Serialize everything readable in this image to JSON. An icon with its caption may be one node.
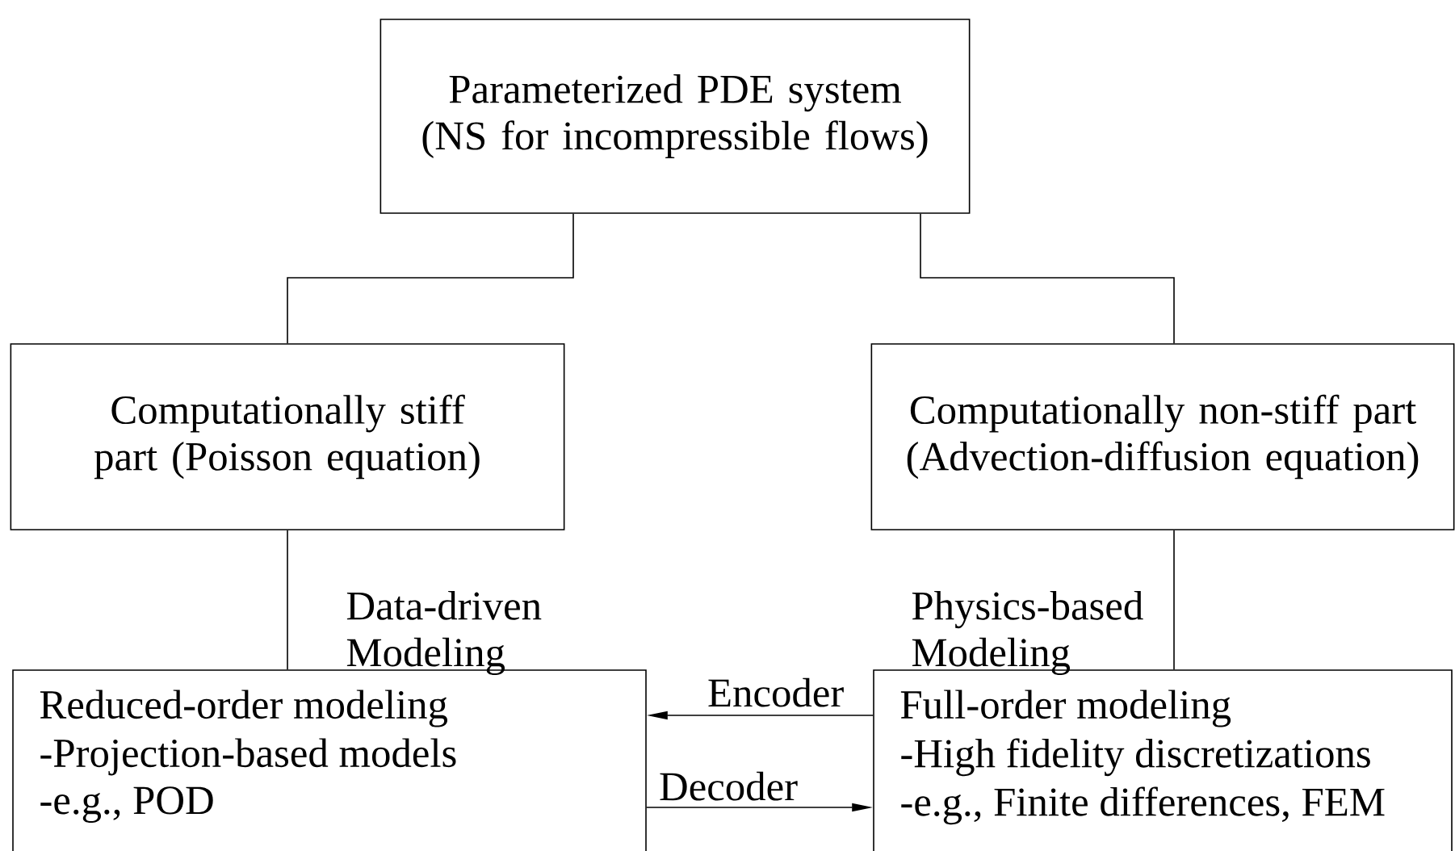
{
  "diagram": {
    "nodes": [
      {
        "text": [
          "Parameterized PDE system (NS for incompressible flows)"
        ]
      },
      {
        "text": [
          "Computationally stiff part (Poisson equation)"
        ]
      },
      {
        "text": [
          "Computationally non-stiff part (Advection-diffusion equation)"
        ]
      },
      {
        "text": [
          "Reduced-order modeling",
          "-Projection-based models",
          "-e.g., POD"
        ]
      },
      {
        "text": [
          "Full-order modeling",
          "-High fidelity discretizations",
          "-e.g., Finite differences, FEM"
        ]
      }
    ],
    "edges": [
      {
        "from": 0,
        "to": 1,
        "arrow": "none"
      },
      {
        "from": 0,
        "to": 2,
        "arrow": "none"
      },
      {
        "from": 1,
        "to": 3,
        "arrow": "none",
        "label": "Data-driven Modeling"
      },
      {
        "from": 2,
        "to": 4,
        "arrow": "none",
        "label": "Physics-based Modeling"
      },
      {
        "from": 4,
        "to": 3,
        "arrow": "to",
        "label": "Encoder"
      },
      {
        "from": 3,
        "to": 4,
        "arrow": "to",
        "label": "Decoder"
      }
    ]
  }
}
